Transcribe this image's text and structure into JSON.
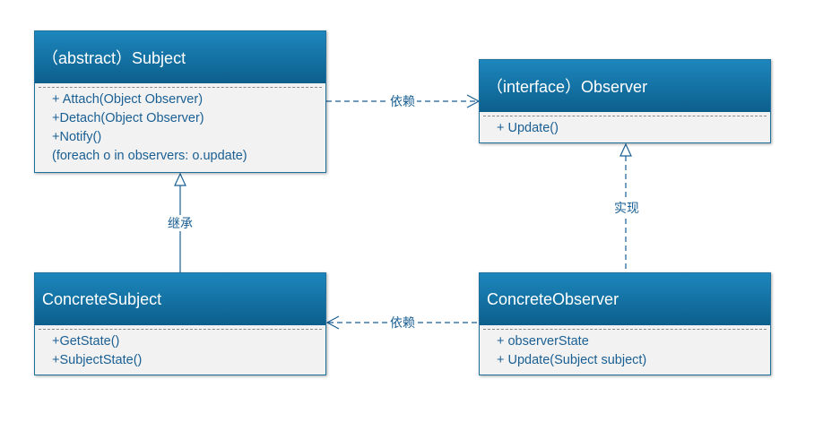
{
  "classes": {
    "subject": {
      "title": "（abstract）Subject",
      "members": [
        "+ Attach(Object  Observer)",
        "+Detach(Object  Observer)",
        "+Notify()",
        "(foreach o in observers: o.update)"
      ]
    },
    "observer": {
      "title": "（interface）Observer",
      "members": [
        "+ Update()"
      ]
    },
    "concrete_subject": {
      "title": "ConcreteSubject",
      "members": [
        "+GetState()",
        "+SubjectState()"
      ]
    },
    "concrete_observer": {
      "title": "ConcreteObserver",
      "members": [
        "+ observerState",
        "+ Update(Subject subject)"
      ]
    }
  },
  "relations": {
    "subject_to_observer": "依赖",
    "concrete_subject_inherits": "继承",
    "concrete_observer_realizes": "实现",
    "concrete_observer_to_subject": "依赖"
  },
  "colors": {
    "header": "#1578ad",
    "line": "#1a5f93",
    "body": "#f2f2f2"
  }
}
